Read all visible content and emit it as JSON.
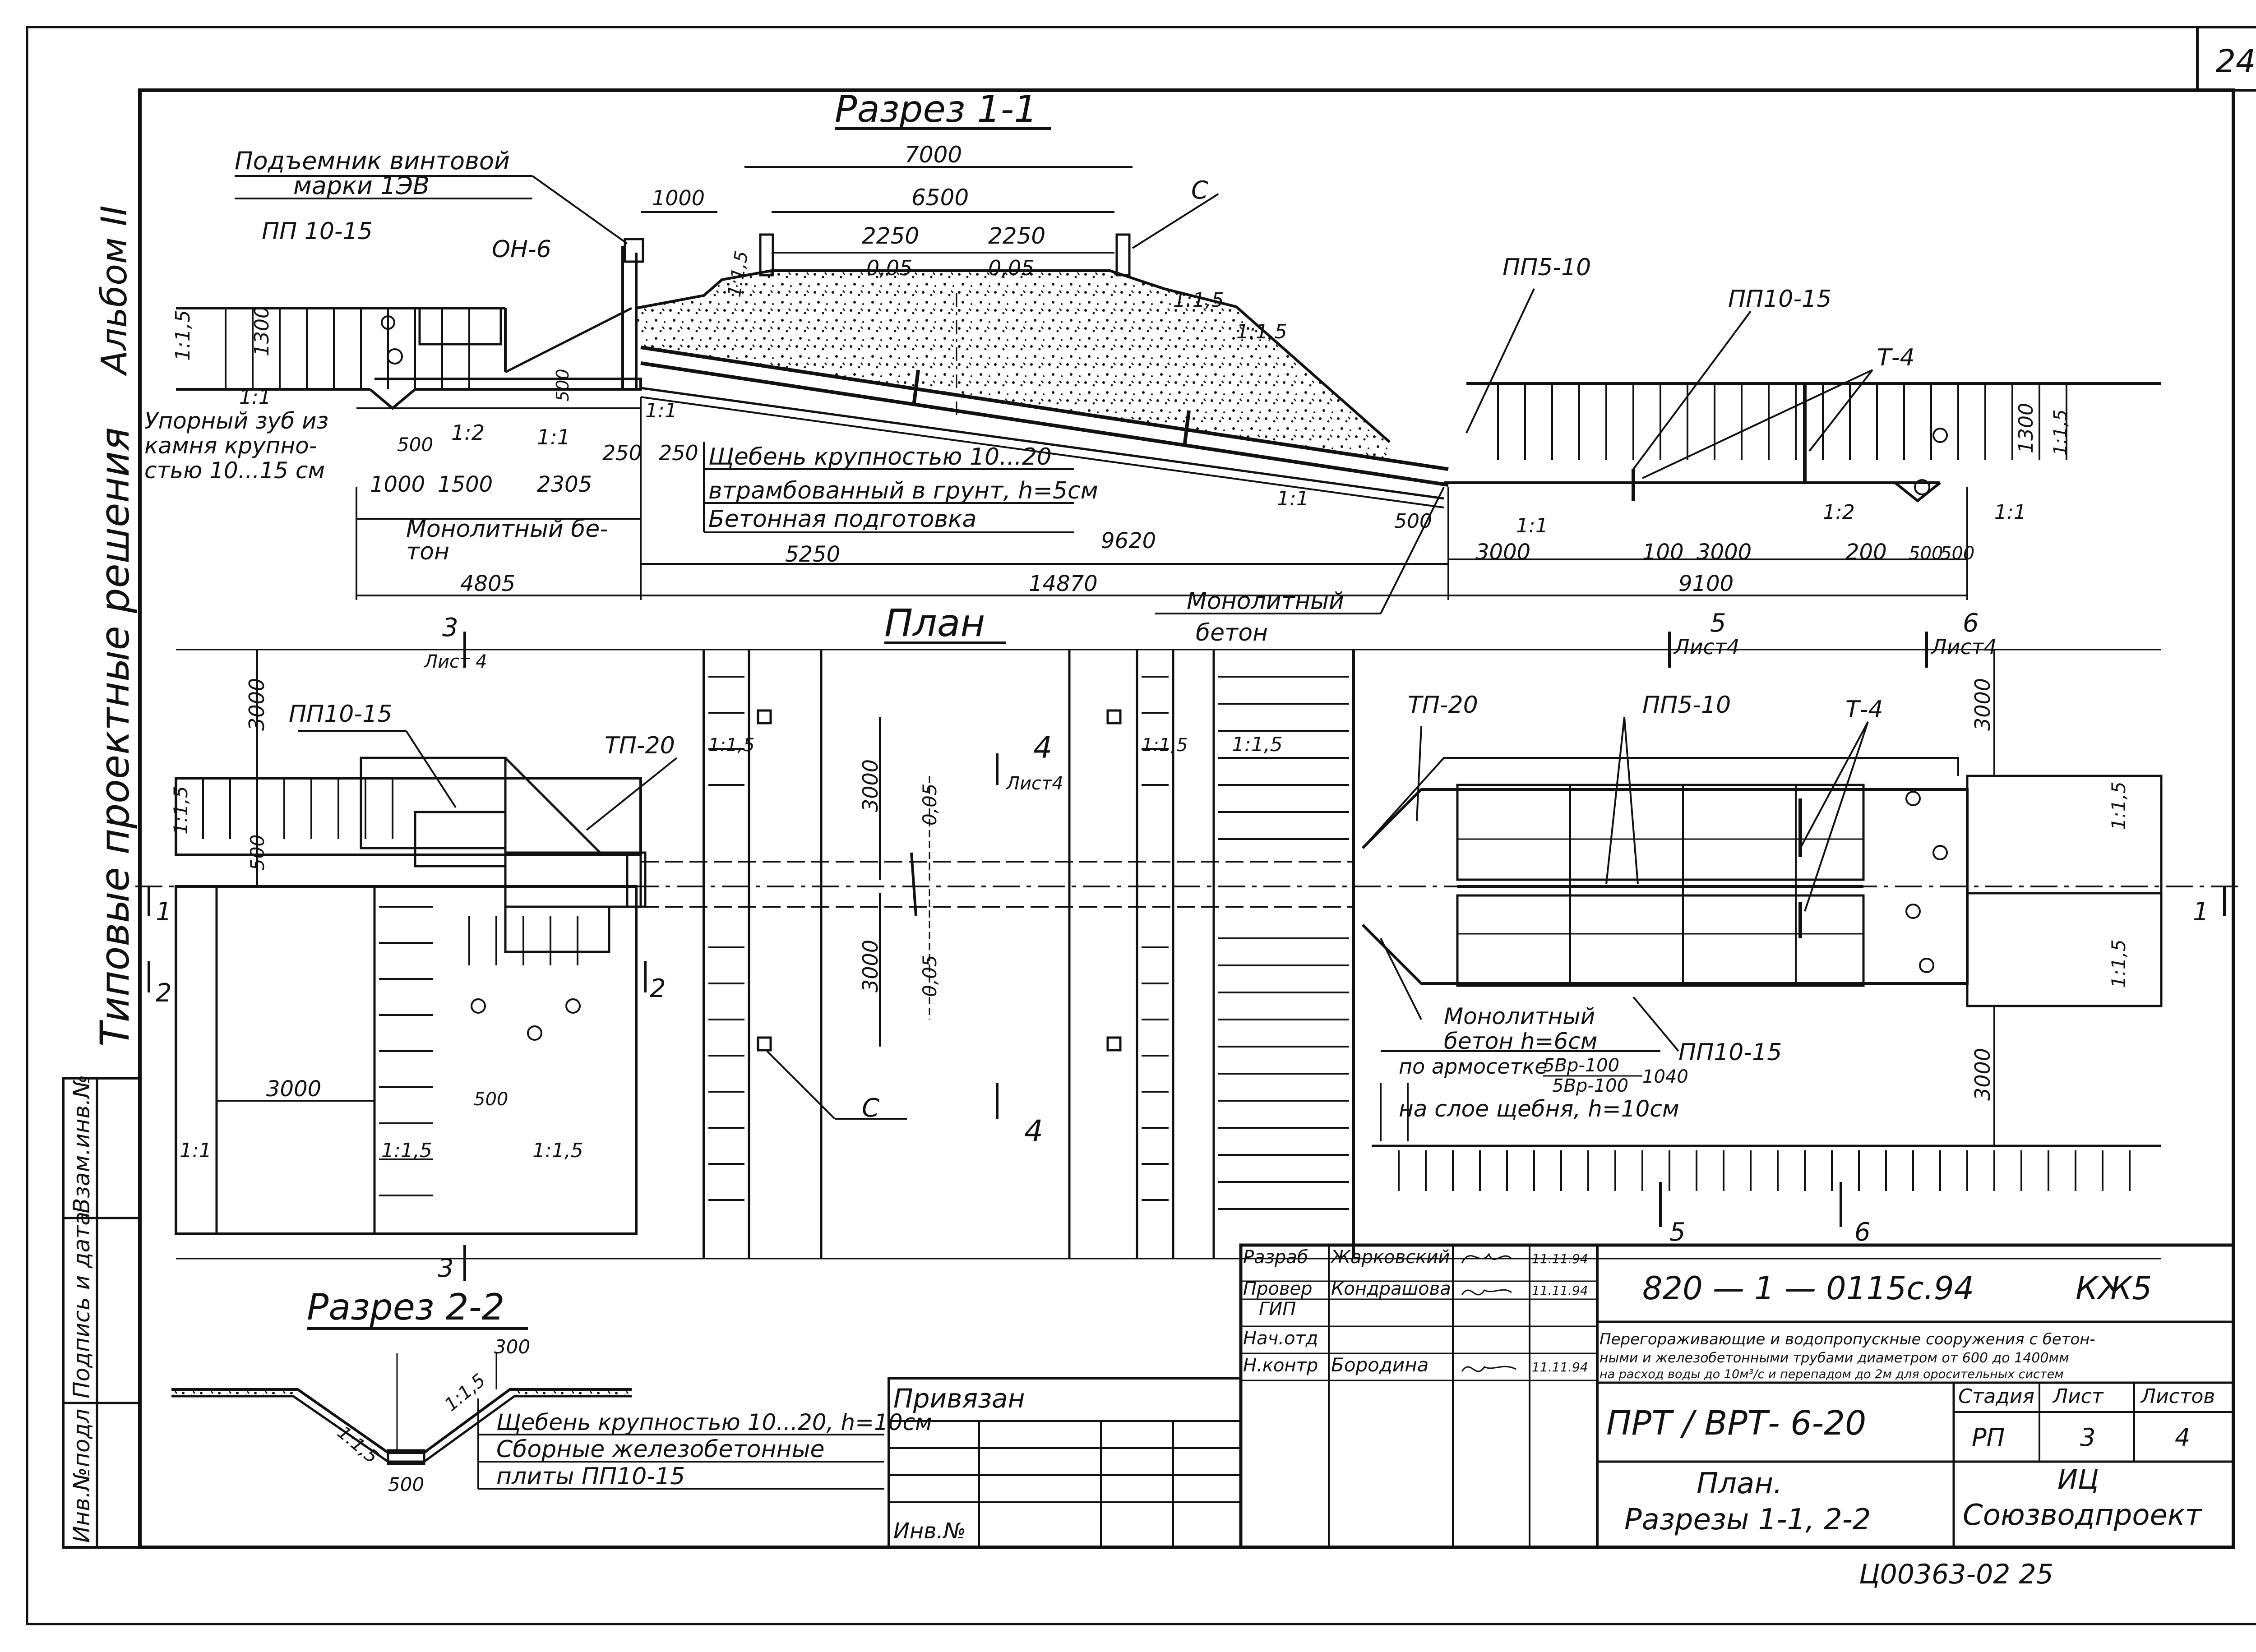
{
  "sheet_number": "24",
  "album_label": "Альбом II",
  "series_label": "Типовые проектные решения",
  "section_1": {
    "title": "Разрез 1-1",
    "labels": {
      "hoist": "Подъемник винтовой",
      "hoist_mark": "марки 1ЭВ",
      "pp1015": "ПП 10-15",
      "oh6": "ОН-6",
      "pp510": "ПП5-10",
      "pp1015_r": "ПП10-15",
      "t4": "Т-4",
      "c": "С",
      "stop_tooth_1": "Упорный зуб из",
      "stop_tooth_2": "камня крупно-",
      "stop_tooth_3": "стью 10...15 см",
      "monolith_1": "Монолитный бе-",
      "monolith_2": "тон",
      "gravel_1": "Щебень крупностью 10...20",
      "gravel_2": "втрамбованный в грунт, h=5см",
      "gravel_3": "Бетонная подготовка",
      "monolith_b1": "Монолитный",
      "monolith_b2": "бетон"
    },
    "dims": {
      "d7000": "7000",
      "d6500": "6500",
      "d2250a": "2250",
      "d2250b": "2250",
      "d005a": "0,05",
      "d005b": "0,05",
      "d1000top": "1000",
      "d1000": "1000",
      "d1500": "1500",
      "d2305": "2305",
      "d500a": "500",
      "d250a": "250",
      "d250b": "250",
      "d5250": "5250",
      "d9620": "9620",
      "d4805": "4805",
      "d14870": "14870",
      "d9100": "9100",
      "d500b": "500",
      "d3000": "3000",
      "d100": "100",
      "d3000b": "3000",
      "d200": "200",
      "d500c": "500",
      "d500d": "500",
      "d1300a": "1300",
      "d1300b": "1300",
      "d500v": "500"
    },
    "slopes": {
      "s1": "1:1,5",
      "s2": "1:1",
      "s3": "1:2",
      "s4": "1:1",
      "s5": "1:1",
      "s6": "1:1,5",
      "s7": "1:1,5",
      "s8": "1:1",
      "s9": "1:1",
      "s10": "1:2",
      "s11": "1:1",
      "s12": "1:1,5",
      "s13": "1:1,5"
    }
  },
  "plan": {
    "title": "План",
    "labels": {
      "pp1015": "ПП10-15",
      "tp20a": "ТП-20",
      "tp20b": "ТП-20",
      "pp510": "ПП5-10",
      "t4": "Т-4",
      "pp1015b": "ПП10-15",
      "c": "С",
      "monolith1": "Монолитный",
      "monolith2": "бетон h=6см",
      "mesh1": "по армосетке",
      "mesh_frac_top": "5Вр-100",
      "mesh_frac_bot": "5Вр-100",
      "mesh_num": "1040",
      "mesh2": "на слое щебня, h=10см"
    },
    "marks": {
      "m3_top": "3",
      "m3_top_sheet": "Лист 4",
      "m5": "5",
      "m5_sheet": "Лист4",
      "m6": "6",
      "m6_sheet": "Лист4",
      "m4": "4",
      "m4_sheet": "Лист4",
      "m4b": "4",
      "m3_bot": "3",
      "m5_bot": "5",
      "m6_bot": "6",
      "m1l": "1",
      "m1r": "1",
      "m2l": "2",
      "m2r": "2"
    },
    "dims": {
      "d3000a": "3000",
      "d500": "500",
      "d3000b": "3000",
      "d3000c": "3000",
      "d005a": "0,05",
      "d005b": "0,05",
      "d3000r1": "3000",
      "d3000r2": "3000",
      "d500b": "500"
    },
    "slopes": {
      "s1": "1:1,5",
      "s2": "1:1,5",
      "s3": "1:1,5",
      "s4": "1:1,5",
      "s5": "1:1,5",
      "s6": "1:1,5",
      "s7": "1:1",
      "s8": "1:1,5",
      "s9": "1:1,5"
    }
  },
  "section_2": {
    "title": "Разрез 2-2",
    "labels": {
      "gravel": "Щебень крупностью 10...20, h=10см",
      "plates1": "Сборные железобетонные",
      "plates2": "плиты ПП10-15"
    },
    "dims": {
      "d300": "300",
      "d500": "500"
    },
    "slopes": {
      "s1": "1:1,5",
      "s2": "1:1,5"
    }
  },
  "side_stamp": {
    "inv": "Инв.№подл",
    "sign": "Подпись и дата",
    "replace": "Взам.инв.№"
  },
  "binding_box": {
    "title": "Привязан",
    "inv": "Инв.№"
  },
  "title_block": {
    "roles": [
      "Разраб",
      "Провер",
      "ГИП",
      "Нач.отд",
      "Н.контр"
    ],
    "names": [
      "Жарковский",
      "Кондрашова",
      "",
      "",
      "Бородина"
    ],
    "dates": [
      "11.11.94",
      "11.11.94",
      "",
      "",
      "11.11.94"
    ],
    "doc_code": "820 — 1 — 0115с.94",
    "doc_mark": "КЖ5",
    "description_1": "Перегораживающие и водопропускные сооружения с бетон-",
    "description_2": "ными и железобетонными трубами диаметром от 600 до 1400мм",
    "description_3": "на расход воды до 10м³/с и перепадом до 2м для оросительных систем",
    "structure_code": "ПРТ / ВРТ- 6-20",
    "stage_header": "Стадия",
    "sheet_header": "Лист",
    "sheets_header": "Листов",
    "stage": "РП",
    "sheet": "3",
    "sheets": "4",
    "drawing_title_1": "План.",
    "drawing_title_2": "Разрезы 1-1, 2-2",
    "org_1": "ИЦ",
    "org_2": "Союзводпроект"
  },
  "footer_code": "Ц00363-02   25"
}
